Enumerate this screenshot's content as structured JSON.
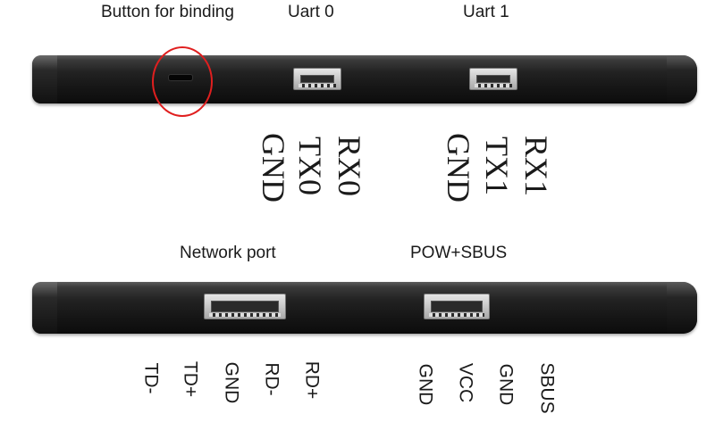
{
  "top_panel": {
    "button_label": "Button for binding",
    "uart0_label": "Uart  0",
    "uart1_label": "Uart  1",
    "uart0_pins": [
      "GND",
      "TX0",
      "RX0"
    ],
    "uart1_pins": [
      "GND",
      "TX1",
      "RX1"
    ]
  },
  "bottom_panel": {
    "network_label": "Network port",
    "pow_label": "POW+SBUS",
    "network_pins": [
      "TD-",
      "TD+",
      "GND",
      "RD-",
      "RD+"
    ],
    "pow_pins": [
      "GND",
      "VCC",
      "GND",
      "SBUS"
    ]
  },
  "colors": {
    "highlight_circle": "#e01f1f",
    "device_body": "#1a1a1a"
  }
}
